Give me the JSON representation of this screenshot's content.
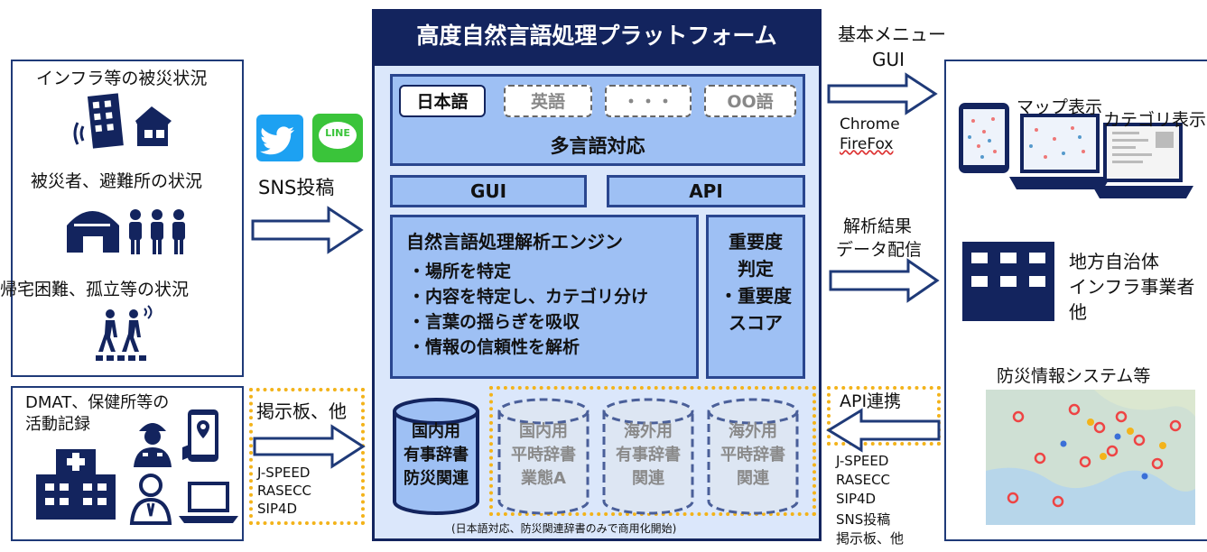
{
  "title": "高度自然言語処理プラットフォーム",
  "left": {
    "infra_status": "インフラ等の被災状況",
    "victim_status": "被災者、避難所の状況",
    "return_status": "帰宅困難、孤立等の状況",
    "dmat_line1": "DMAT、保健所等の",
    "dmat_line2": "活動記録"
  },
  "sns": {
    "label": "SNS投稿",
    "line_text": "LINE"
  },
  "board": {
    "label": "掲示板、他",
    "systems": [
      "J-SPEED",
      "RASECC",
      "SIP4D"
    ]
  },
  "platform": {
    "langs": [
      "日本語",
      "英語",
      "・・・",
      "OO語"
    ],
    "multi": "多言語対応",
    "gui": "GUI",
    "api": "API",
    "engine_title": "自然言語処理解析エンジン",
    "engine_items": [
      "・場所を特定",
      "・内容を特定し、カテゴリ分け",
      "・言葉の揺らぎを吸収",
      "・情報の信頼性を解析"
    ],
    "importance_l1": "重要度",
    "importance_l2": "判定",
    "importance_l3": "・重要度",
    "importance_l4": "スコア",
    "dicts": [
      [
        "国内用",
        "有事辞書",
        "防災関連"
      ],
      [
        "国内用",
        "平時辞書",
        "業態A"
      ],
      [
        "海外用",
        "有事辞書",
        "関連"
      ],
      [
        "海外用",
        "平時辞書",
        "関連"
      ]
    ],
    "footnote": "(日本語対応、防災関連辞書のみで商用化開始)"
  },
  "mid_right": {
    "basic_menu": "基本メニュー",
    "gui": "GUI",
    "chrome": "Chrome",
    "firefox": "FireFox",
    "analysis_l1": "解析結果",
    "analysis_l2": "データ配信",
    "api_link": "API連携",
    "api_systems": [
      "J-SPEED",
      "RASECC",
      "SIP4D",
      "SNS投稿",
      "掲示板、他"
    ]
  },
  "right": {
    "map_view": "マップ表示",
    "category_view": "カテゴリ表示",
    "local_gov_l1": "地方自治体",
    "local_gov_l2": "インフラ事業者",
    "local_gov_l3": "他",
    "disaster_system": "防災情報システム等"
  },
  "colors": {
    "navy": "#13245e",
    "panel_blue": "#9ec0f4",
    "platform_bg": "#dbe7fb",
    "dotted_gold": "#f3b31a",
    "twitter": "#1da1f2",
    "line_green": "#3ac43a"
  }
}
